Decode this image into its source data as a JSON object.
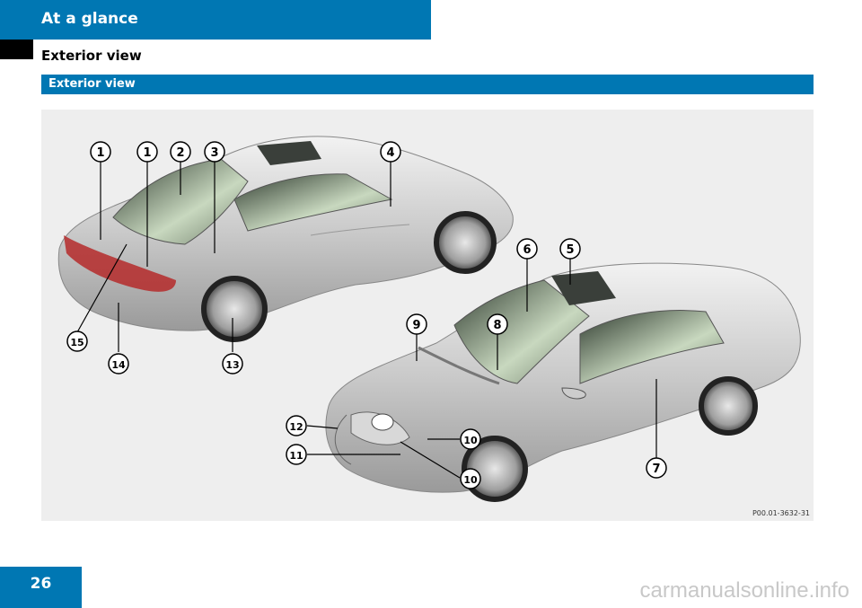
{
  "header": {
    "title": "At a glance"
  },
  "subheader": {
    "title": "Exterior view"
  },
  "section": {
    "label": "Exterior view"
  },
  "figure": {
    "code": "P00.01-3632-31"
  },
  "footer": {
    "page_number": "26"
  },
  "watermark": {
    "text": "carmanualsonline.info"
  },
  "callouts": {
    "c1a": "1",
    "c1b": "1",
    "c2": "2",
    "c3": "3",
    "c4": "4",
    "c5": "5",
    "c6": "6",
    "c7": "7",
    "c8": "8",
    "c9": "9",
    "c10a": "10",
    "c10b": "10",
    "c11": "11",
    "c12": "12",
    "c13": "13",
    "c14": "14",
    "c15": "15"
  },
  "colors": {
    "brand_blue": "#0077b3"
  }
}
